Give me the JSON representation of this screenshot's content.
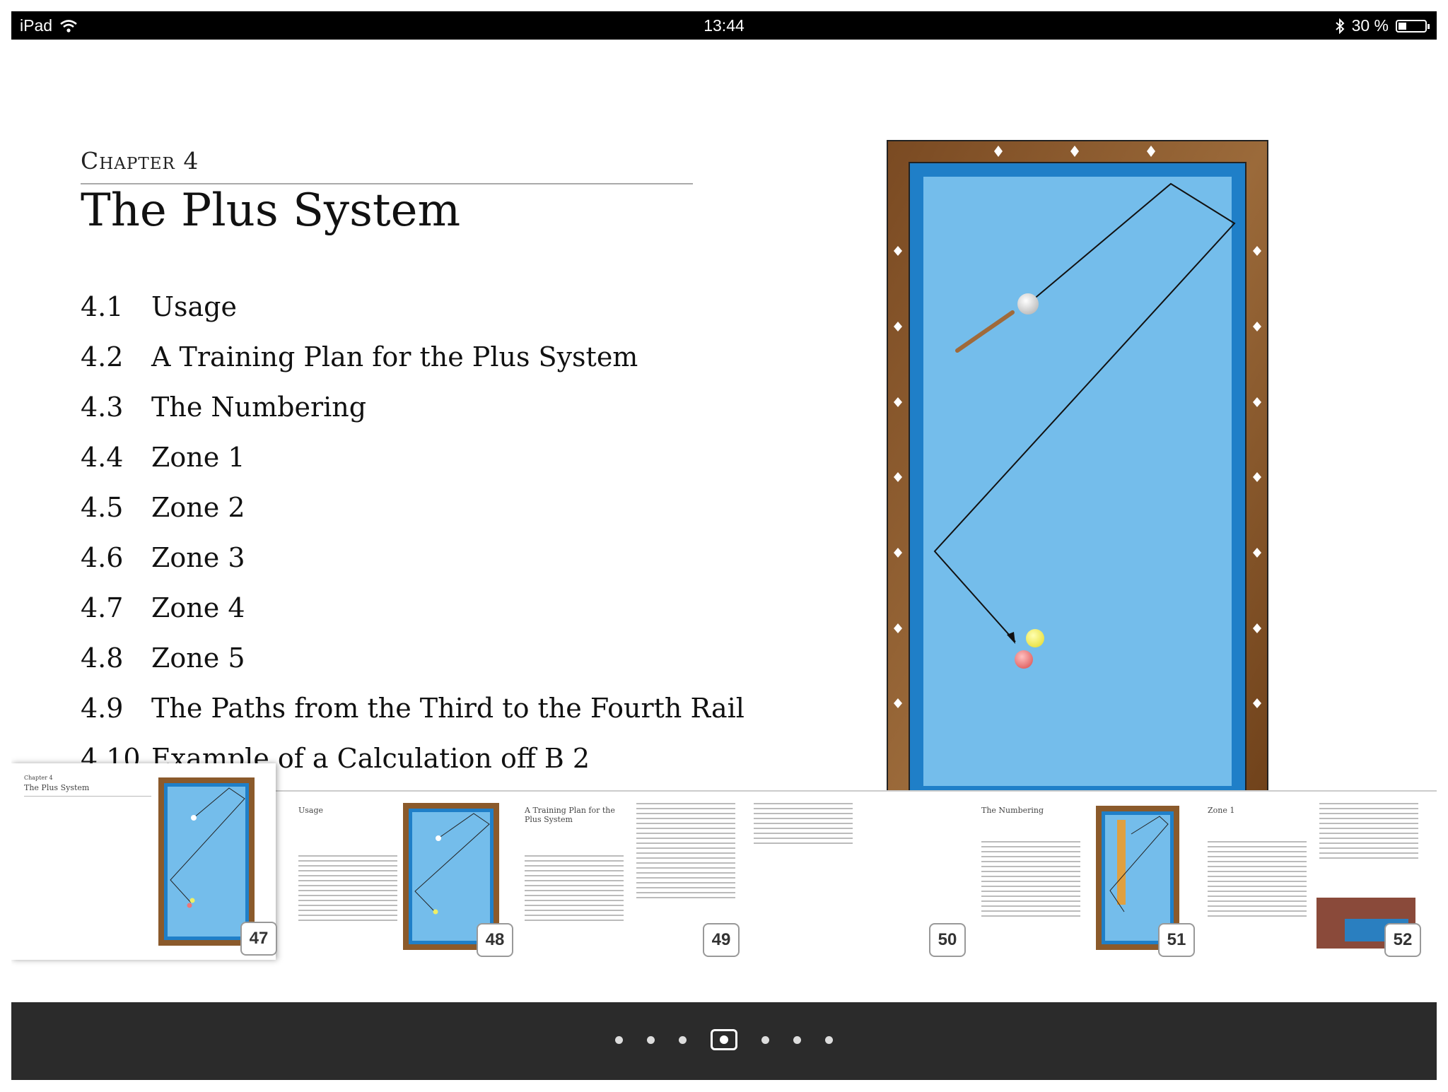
{
  "status": {
    "device": "iPad",
    "time": "13:44",
    "battery": "30 %"
  },
  "chapter": {
    "label": "Chapter 4",
    "title": "The Plus System"
  },
  "toc": [
    {
      "num": "4.1",
      "title": "Usage"
    },
    {
      "num": "4.2",
      "title": "A Training Plan for the Plus System"
    },
    {
      "num": "4.3",
      "title": "The Numbering"
    },
    {
      "num": "4.4",
      "title": "Zone 1"
    },
    {
      "num": "4.5",
      "title": "Zone 2"
    },
    {
      "num": "4.6",
      "title": "Zone 3"
    },
    {
      "num": "4.7",
      "title": "Zone 4"
    },
    {
      "num": "4.8",
      "title": "Zone 5"
    },
    {
      "num": "4.9",
      "title": "The Paths from the Third to the Fourth Rail"
    },
    {
      "num": "4.10",
      "title": "Example of a Calculation off B 2"
    }
  ],
  "thumbs": {
    "active_chapter": "Chapter 4",
    "active_title": "The Plus System",
    "usage": "Usage",
    "training": "A Training Plan for the Plus System",
    "numbering": "The Numbering",
    "zone1": "Zone 1",
    "pages": [
      "47",
      "48",
      "49",
      "50",
      "51",
      "52"
    ]
  },
  "nav": {
    "dot_count": 7,
    "current_index": 3
  }
}
